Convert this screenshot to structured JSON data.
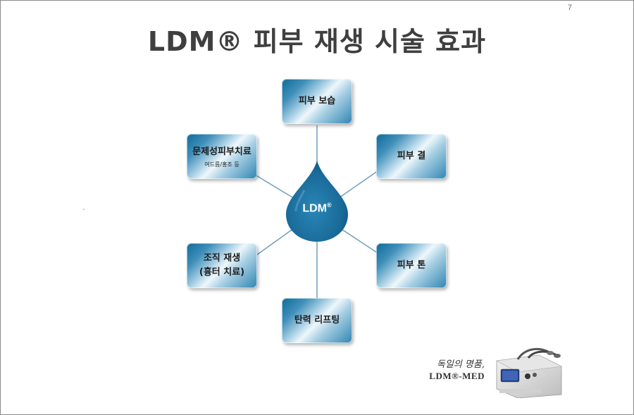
{
  "page": {
    "number": "7",
    "title": "LDM® 피부 재생 시술 효과"
  },
  "center": {
    "label": "LDM",
    "mark": "®"
  },
  "nodes": {
    "top": {
      "label": "피부 보습"
    },
    "top_right": {
      "label": "피부 결"
    },
    "bottom_right": {
      "label": "피부 톤"
    },
    "bottom": {
      "label": "탄력 리프팅"
    },
    "bottom_left": {
      "line1": "조직 재생",
      "line2": "(흉터 치료)"
    },
    "top_left": {
      "label": "문제성피부치료",
      "sub": "여드름/홍조 등"
    }
  },
  "footer": {
    "slogan": "독일의 명품,",
    "brand": "LDM®-MED"
  },
  "colors": {
    "accent": "#1a6f9c",
    "title": "#3f3f3f",
    "connector": "#6f9fbd"
  },
  "icons": {
    "center": "water-drop-icon",
    "device": "ldm-device-icon"
  }
}
